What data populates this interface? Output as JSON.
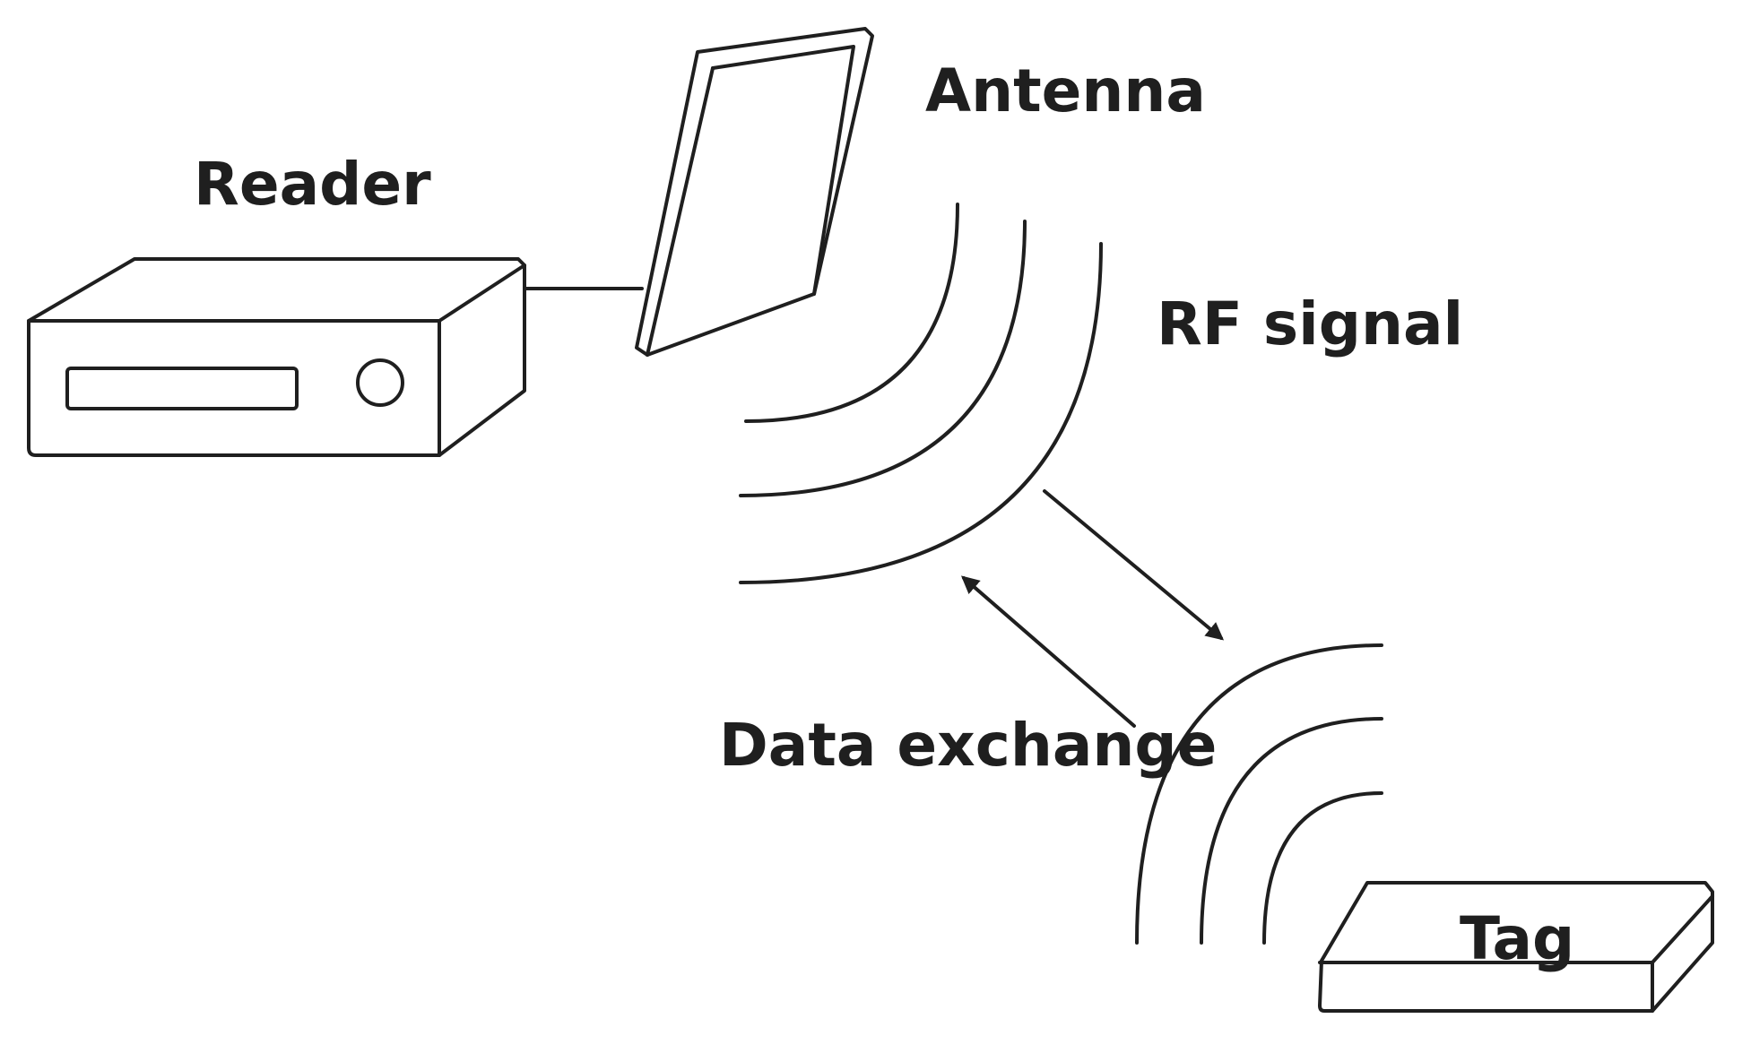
{
  "diagram": {
    "labels": {
      "reader": "Reader",
      "antenna": "Antenna",
      "rf_signal": "RF signal",
      "data_exchange": "Data exchange",
      "tag": "Tag"
    },
    "colors": {
      "ink": "#1f1f1f",
      "background": "#ffffff"
    }
  }
}
